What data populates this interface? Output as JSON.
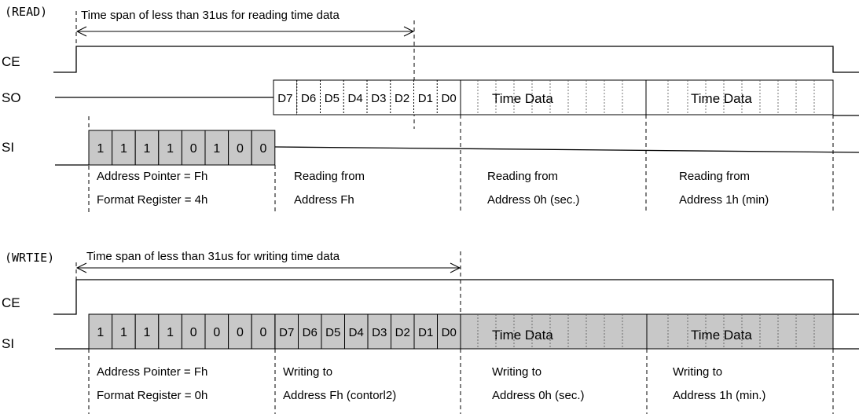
{
  "read": {
    "title": "(READ)",
    "span_text": "Time span of less than 31us for reading time data",
    "signals": {
      "ce": "CE",
      "so": "SO",
      "si": "SI"
    },
    "si_bits": [
      "1",
      "1",
      "1",
      "1",
      "0",
      "1",
      "0",
      "0"
    ],
    "so_bits": [
      "D7",
      "D6",
      "D5",
      "D4",
      "D3",
      "D2",
      "D1",
      "D0"
    ],
    "time_data": [
      "Time Data",
      "Time Data"
    ],
    "notes": [
      {
        "line1": "Address Pointer = Fh",
        "line2": "Format Register = 4h"
      },
      {
        "line1": "Reading from",
        "line2": "Address Fh"
      },
      {
        "line1": "Reading from",
        "line2": "Address 0h (sec.)"
      },
      {
        "line1": "Reading from",
        "line2": "Address 1h (min)"
      }
    ]
  },
  "write": {
    "title": "(WRTIE)",
    "span_text": "Time span of less than 31us for writing time data",
    "signals": {
      "ce": "CE",
      "si": "SI"
    },
    "si_bits": [
      "1",
      "1",
      "1",
      "1",
      "0",
      "0",
      "0",
      "0"
    ],
    "data_bits": [
      "D7",
      "D6",
      "D5",
      "D4",
      "D3",
      "D2",
      "D1",
      "D0"
    ],
    "time_data": [
      "Time Data",
      "Time Data"
    ],
    "notes": [
      {
        "line1": "Address Pointer = Fh",
        "line2": "Format Register = 0h"
      },
      {
        "line1": "Writing to",
        "line2": "Address Fh (contorl2)"
      },
      {
        "line1": "Writing to",
        "line2": "Address 0h (sec.)"
      },
      {
        "line1": "Writing to",
        "line2": "Address 1h (min.)"
      }
    ]
  },
  "colors": {
    "fill_gray": "#c8c8c8",
    "line": "#000000"
  }
}
